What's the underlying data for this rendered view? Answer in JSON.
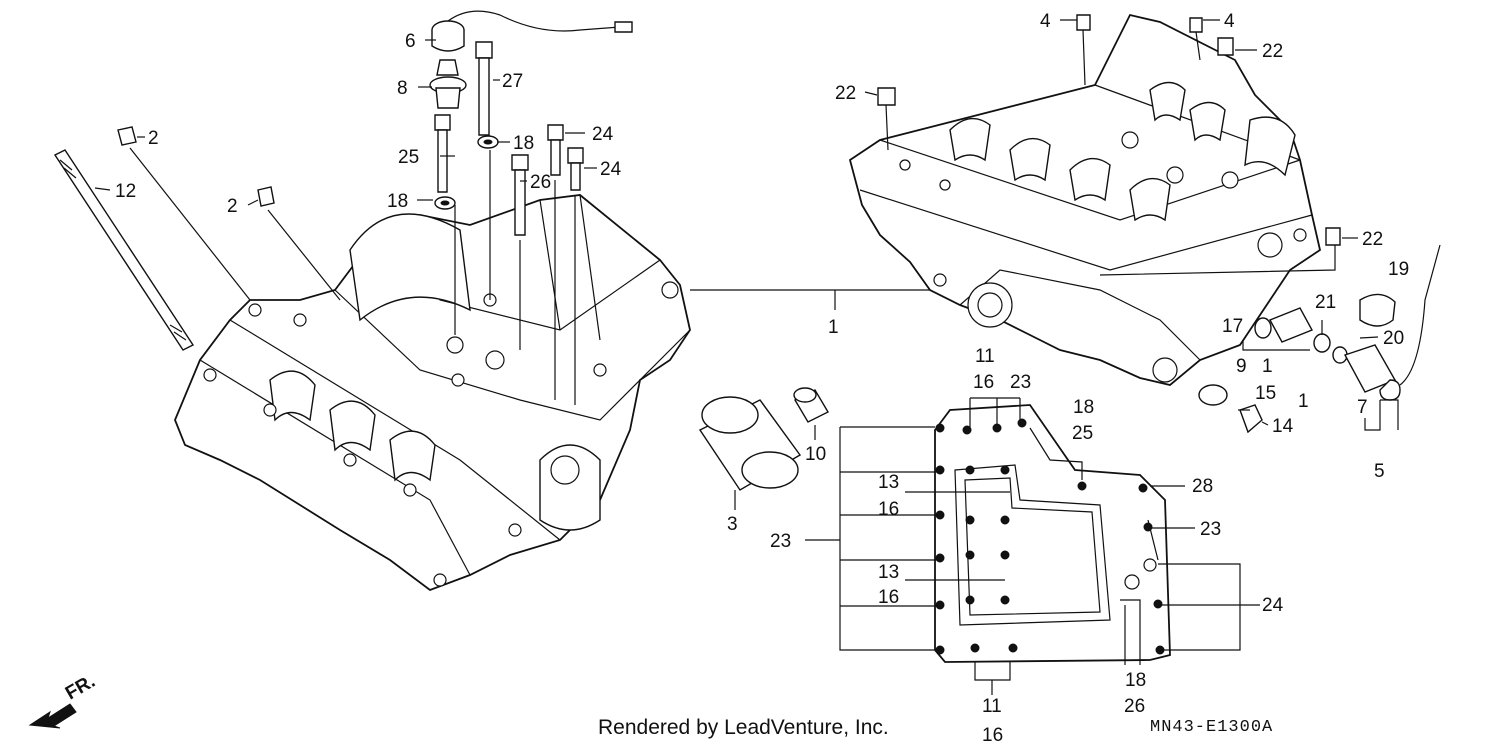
{
  "diagram": {
    "credit": "Rendered by LeadVenture, Inc.",
    "code": "MN43-E1300A",
    "front_marker": "FR.",
    "callouts": {
      "c6": "6",
      "c8": "8",
      "c27": "27",
      "c25": "25",
      "c18a": "18",
      "c18b": "18",
      "c26": "26",
      "c24a": "24",
      "c24b": "24",
      "c2a": "2",
      "c2b": "2",
      "c12": "12",
      "c4a": "4",
      "c4b": "4",
      "c22a": "22",
      "c22b": "22",
      "c22c": "22",
      "c1": "1",
      "c19": "19",
      "c21": "21",
      "c17": "17",
      "c20": "20",
      "c9": "9",
      "c1b": "1",
      "c15": "15",
      "c1c": "1",
      "c14": "14",
      "c7": "7",
      "c5": "5",
      "c3": "3",
      "c10": "10",
      "c11a": "11",
      "c16a": "16",
      "c23a": "23",
      "c18c": "18",
      "c25b": "25",
      "c28": "28",
      "c13a": "13",
      "c16b": "16",
      "c23b": "23",
      "c23c": "23",
      "c13b": "13",
      "c16c": "16",
      "c24c": "24",
      "c11b": "11",
      "c16d": "16",
      "c18d": "18",
      "c26b": "26"
    }
  }
}
